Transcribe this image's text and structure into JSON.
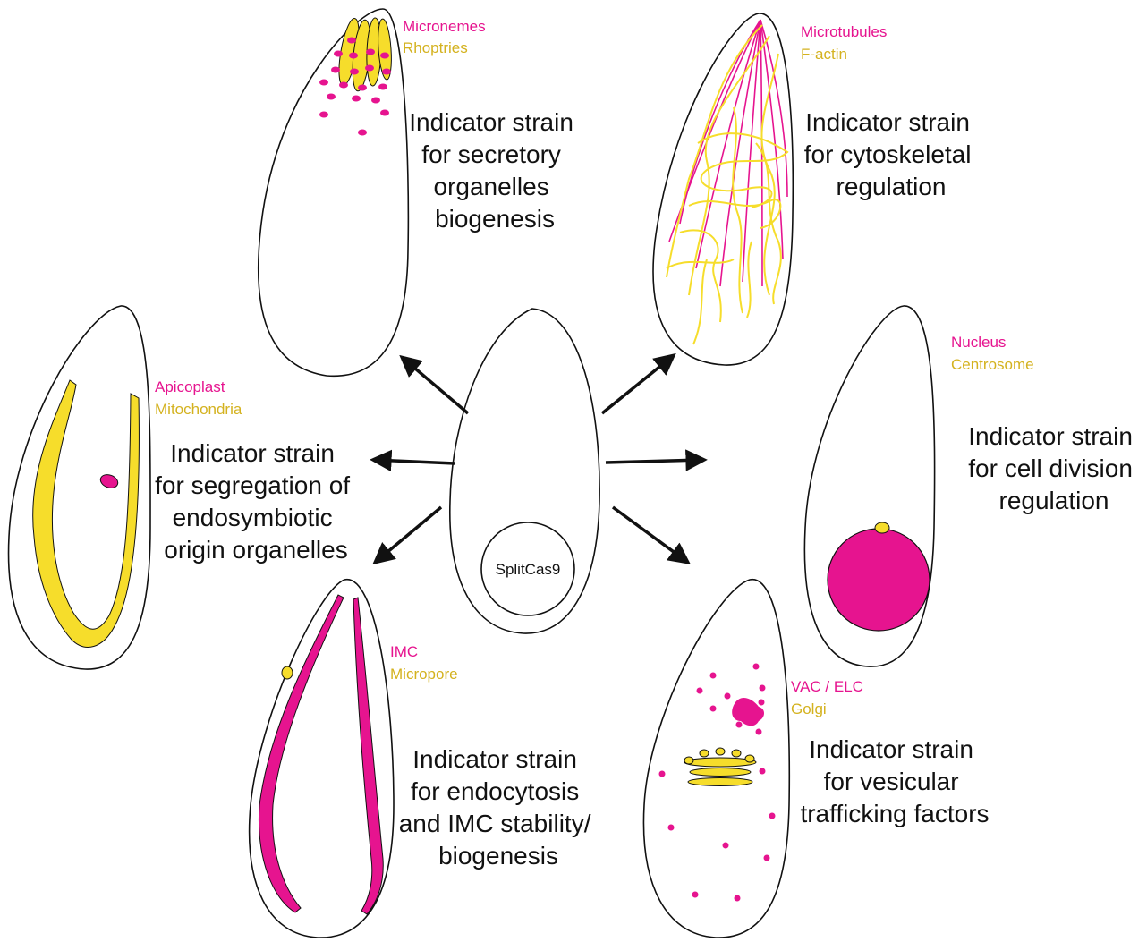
{
  "colors": {
    "magenta": "#e6148f",
    "yellow": "#f6dd2b",
    "outline": "#111111"
  },
  "center": {
    "label": "SplitCas9"
  },
  "panels": {
    "secretory": {
      "label_magenta": "Micronemes",
      "label_yellow": "Rhoptries",
      "caption": [
        "Indicator strain",
        "for secretory",
        "organelles",
        "biogenesis"
      ]
    },
    "cytoskeleton": {
      "label_magenta": "Microtubules",
      "label_yellow": "F-actin",
      "caption": [
        "Indicator strain",
        "for cytoskeletal",
        "regulation"
      ]
    },
    "segregation": {
      "label_magenta": "Apicoplast",
      "label_yellow": "Mitochondria",
      "caption": [
        "Indicator strain",
        "for segregation of",
        "endosymbiotic",
        "origin organelles"
      ]
    },
    "division": {
      "label_magenta": "Nucleus",
      "label_yellow": "Centrosome",
      "caption": [
        "Indicator strain",
        "for cell division",
        "regulation"
      ]
    },
    "endocytosis": {
      "label_magenta": "IMC",
      "label_yellow": "Micropore",
      "caption": [
        "Indicator strain",
        "for endocytosis",
        "and IMC stability/",
        "biogenesis"
      ]
    },
    "trafficking": {
      "label_magenta": "VAC / ELC",
      "label_yellow": "Golgi",
      "caption": [
        "Indicator strain",
        "for vesicular",
        "trafficking factors"
      ]
    }
  }
}
